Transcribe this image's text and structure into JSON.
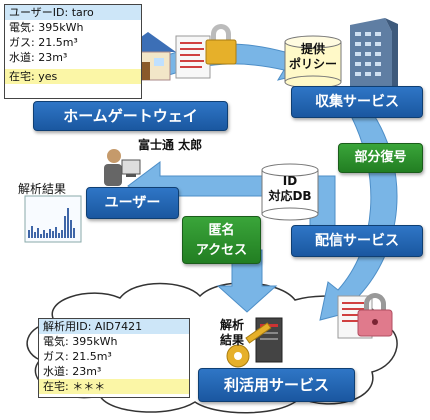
{
  "home_panel": {
    "user_id": "ユーザーID: taro",
    "electricity": "電気: 395kWh",
    "gas": "ガス: 21.5m³",
    "water": "水道: 23m³",
    "at_home": "在宅: yes"
  },
  "analysis_panel": {
    "analysis_id": "解析用ID: AID7421",
    "electricity": "電気: 395kWh",
    "gas": "ガス: 21.5m³",
    "water": "水道: 23m³",
    "at_home": "在宅: ＊＊＊"
  },
  "labels": {
    "home_gateway": "ホームゲートウェイ",
    "collection_service": "収集サービス",
    "partial_restore": "部分復号",
    "delivery_service": "配信サービス",
    "user": "ユーザー",
    "anon_access_line1": "匿名",
    "anon_access_line2": "アクセス",
    "user_service": "利活用サービス",
    "policy_line1": "提供",
    "policy_line2": "ポリシー",
    "id_db_line1": "ID",
    "id_db_line2": "対応DB",
    "analysis_result": "解析結果",
    "person_name": "富士通 太郎",
    "analyzer_line1": "解析",
    "analyzer_line2": "結果"
  },
  "colors": {
    "service_blue": "#1a57a0",
    "access_green": "#227e22",
    "arrow_blue": "#79b5e6",
    "highlight_yellow": "#fbf6a6",
    "lock_pink": "#e07a8c",
    "key_gold": "#e6b02a"
  }
}
